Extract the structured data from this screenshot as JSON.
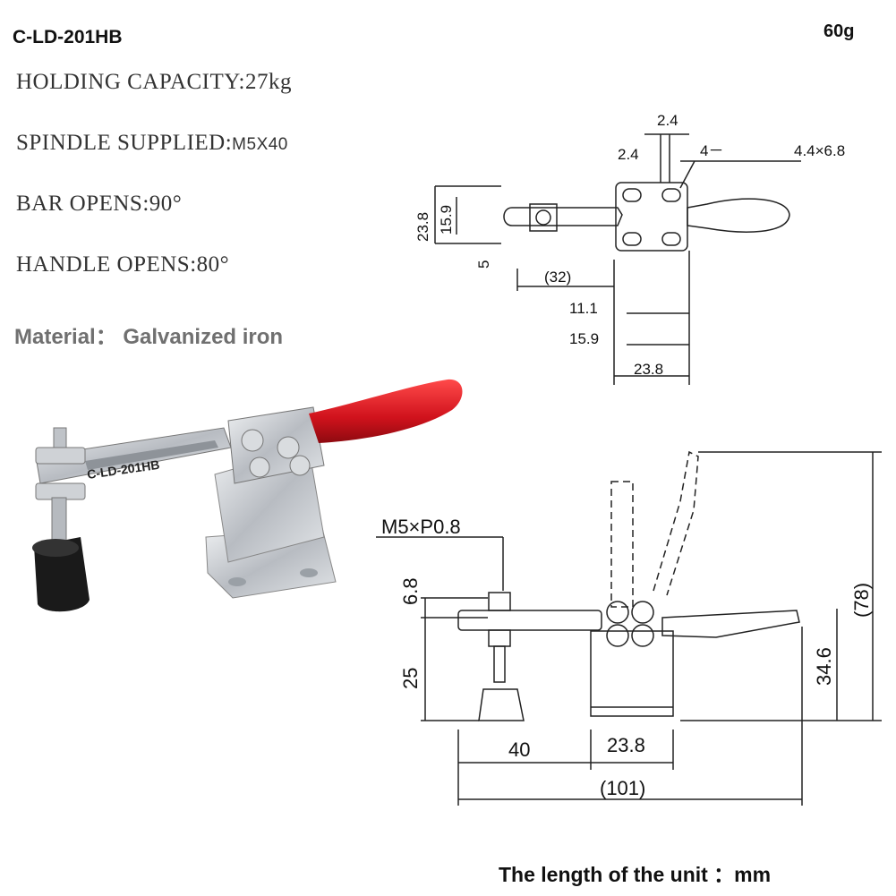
{
  "product": {
    "model": "C-LD-201HB",
    "weight": "60g",
    "specs": [
      {
        "label": "HOLDING CAPACITY:",
        "value": "27kg"
      },
      {
        "label": "SPINDLE SUPPLIED:",
        "value": "M5X40"
      },
      {
        "label": "BAR OPENS:",
        "value": "90°"
      },
      {
        "label": "HANDLE OPENS:",
        "value": "80°"
      }
    ],
    "material": "Material：  Galvanized iron",
    "unit_note": "The length of the unit ：mm",
    "body_label": "C-LD-201HB"
  },
  "top_view": {
    "dims": [
      "2.4",
      "2.4",
      "4－",
      "4.4×6.8",
      "23.8",
      "15.9",
      "5",
      "(32)",
      "11.1",
      "15.9",
      "23.8"
    ]
  },
  "side_view": {
    "dims": [
      "M5×P0.8",
      "6.8",
      "25",
      "40",
      "23.8",
      "(101)",
      "(78)",
      "34.6"
    ]
  },
  "colors": {
    "handle_red": "#d0121c",
    "metal": "#c9ccd0",
    "line": "#222222"
  }
}
